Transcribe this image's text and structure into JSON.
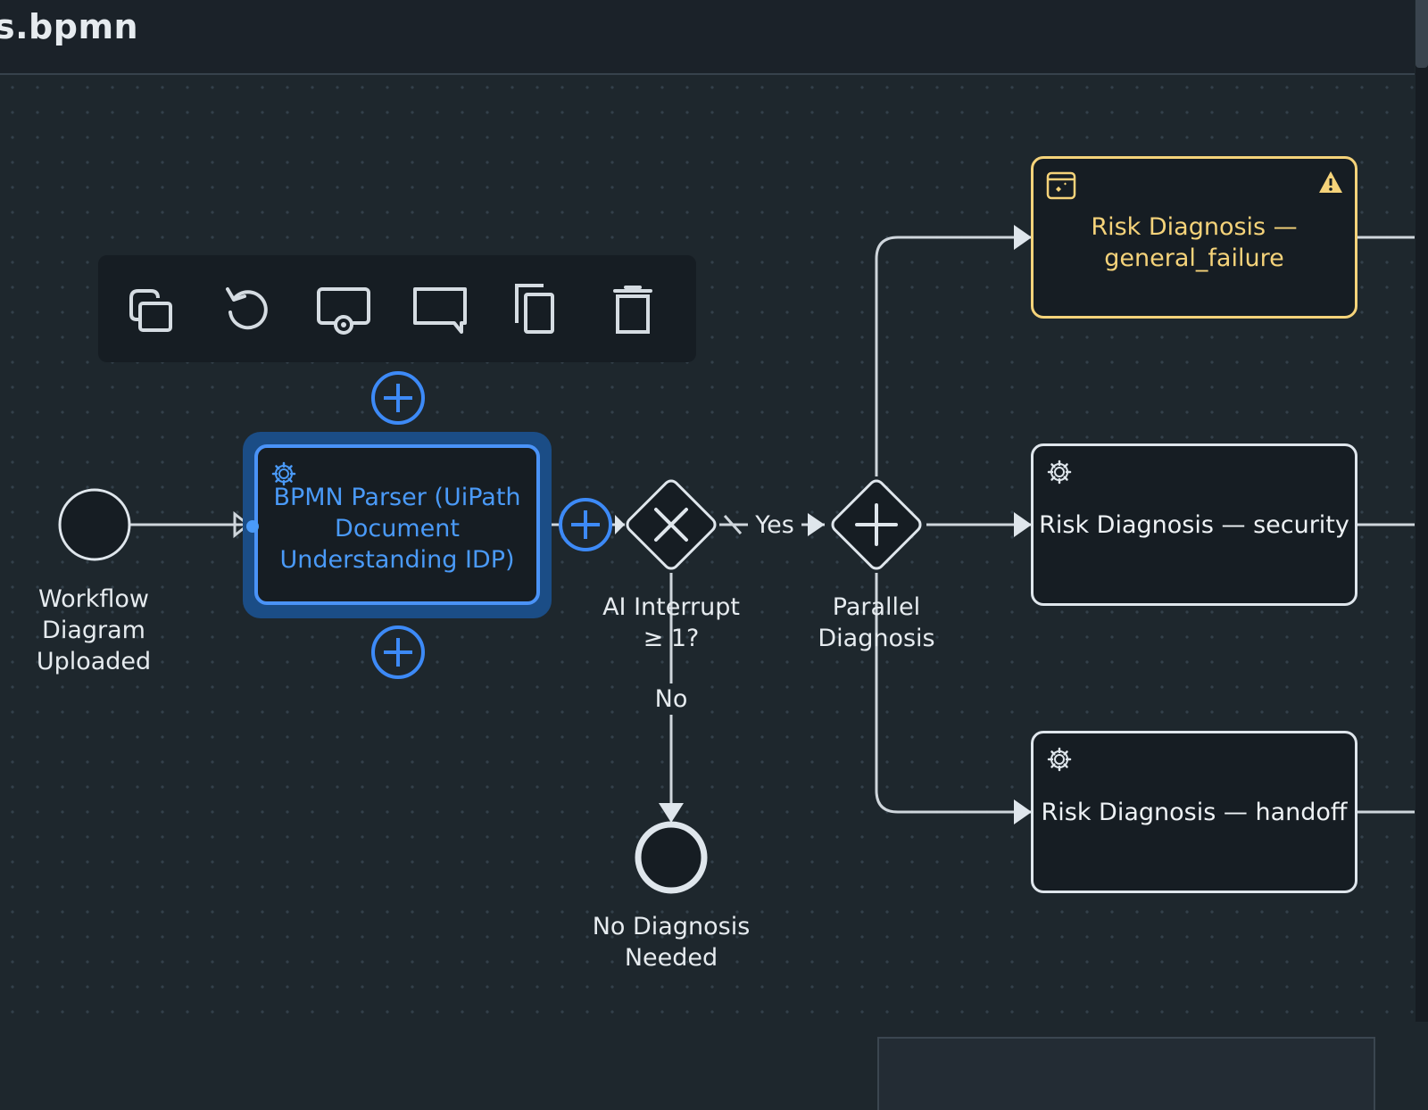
{
  "window": {
    "title": "s.bpmn"
  },
  "toolbar": {
    "buttons": [
      {
        "name": "change-type-button",
        "icon": "layers-icon"
      },
      {
        "name": "reset-button",
        "icon": "rotate-icon"
      },
      {
        "name": "preview-button",
        "icon": "monitor-target-icon"
      },
      {
        "name": "comment-button",
        "icon": "comment-icon"
      },
      {
        "name": "duplicate-button",
        "icon": "copy-icon"
      },
      {
        "name": "delete-button",
        "icon": "trash-icon"
      }
    ]
  },
  "nodes": {
    "start_event": {
      "label": "Workflow Diagram Uploaded"
    },
    "parser_task": {
      "label": "BPMN Parser (UiPath Document Understanding IDP)",
      "icon": "gear-icon",
      "selected": true
    },
    "ai_gateway": {
      "label": "AI Interrupt ≥ 1?",
      "type": "exclusive"
    },
    "parallel_gateway": {
      "label": "Parallel Diagnosis",
      "type": "parallel"
    },
    "end_event": {
      "label": "No Diagnosis Needed"
    },
    "risk_general": {
      "label": "Risk Diagnosis — general_failure",
      "icon": "agent-icon",
      "warning": true,
      "warning_icon": "warning-icon"
    },
    "risk_security": {
      "label": "Risk Diagnosis — security",
      "icon": "gear-icon"
    },
    "risk_handoff": {
      "label": "Risk Diagnosis — handoff",
      "icon": "gear-icon"
    }
  },
  "flows": {
    "yes_label": "Yes",
    "no_label": "No"
  },
  "colors": {
    "accent_blue": "#3d8af7",
    "warning_yellow": "#f5d37a",
    "node_border": "#dfe6ec",
    "canvas_bg": "#1e272d"
  }
}
